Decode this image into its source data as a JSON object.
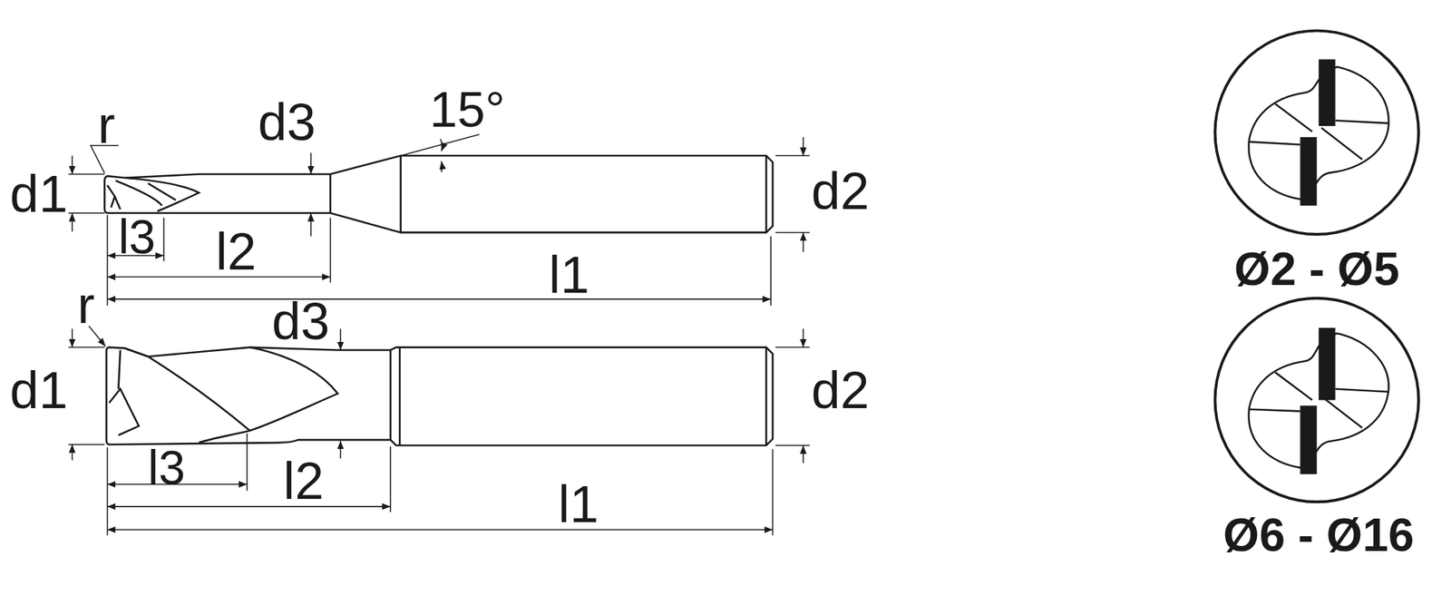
{
  "diagram": {
    "labels": [
      "r",
      "d3",
      "15°",
      "d1",
      "d2",
      "l3",
      "l2",
      "l1",
      "r",
      "d3",
      "d1",
      "d2",
      "l3",
      "l2",
      "l1",
      "Ø2 - Ø5",
      "Ø6 - Ø16"
    ]
  }
}
